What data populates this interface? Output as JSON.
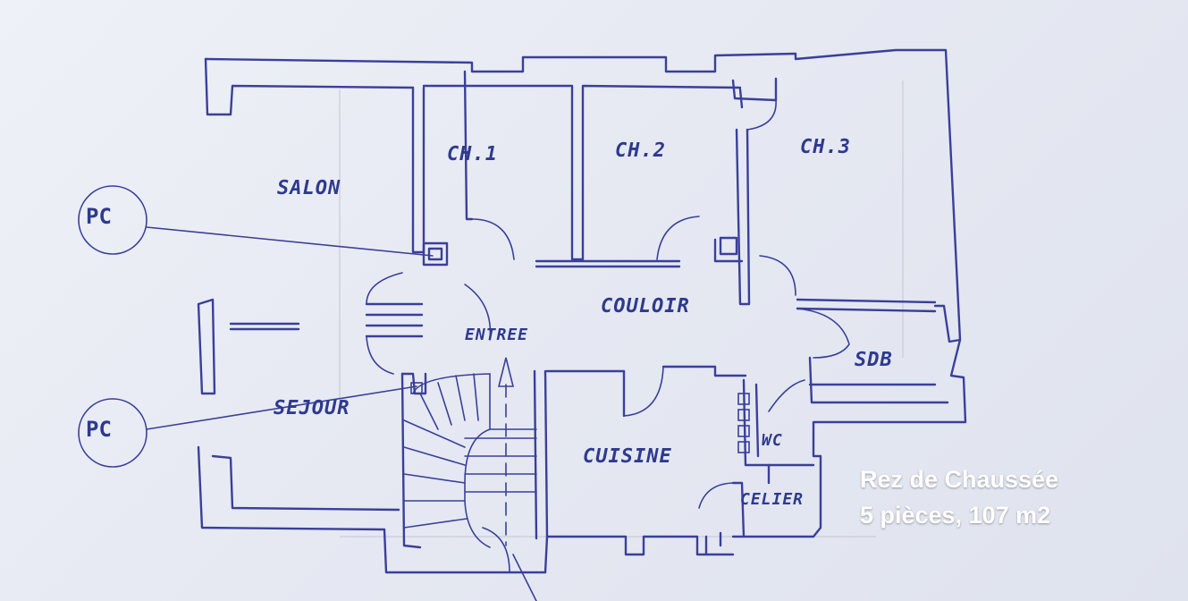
{
  "plan": {
    "rooms": {
      "salon": "SALON",
      "ch1": "CH.1",
      "ch2": "CH.2",
      "ch3": "CH.3",
      "couloir": "COULOIR",
      "entree": "ENTREE",
      "sdb": "SDB",
      "sejour": "SEJOUR",
      "cuisine": "CUISINE",
      "wc": "WC",
      "celier": "CELIER"
    },
    "outlets": [
      "PC",
      "PC"
    ]
  },
  "caption": {
    "line1": "Rez de Chaussée",
    "line2": "5 pièces, 107 m2"
  },
  "colors": {
    "ink": "#3a3f9a",
    "paper": "#e6e9f2"
  }
}
